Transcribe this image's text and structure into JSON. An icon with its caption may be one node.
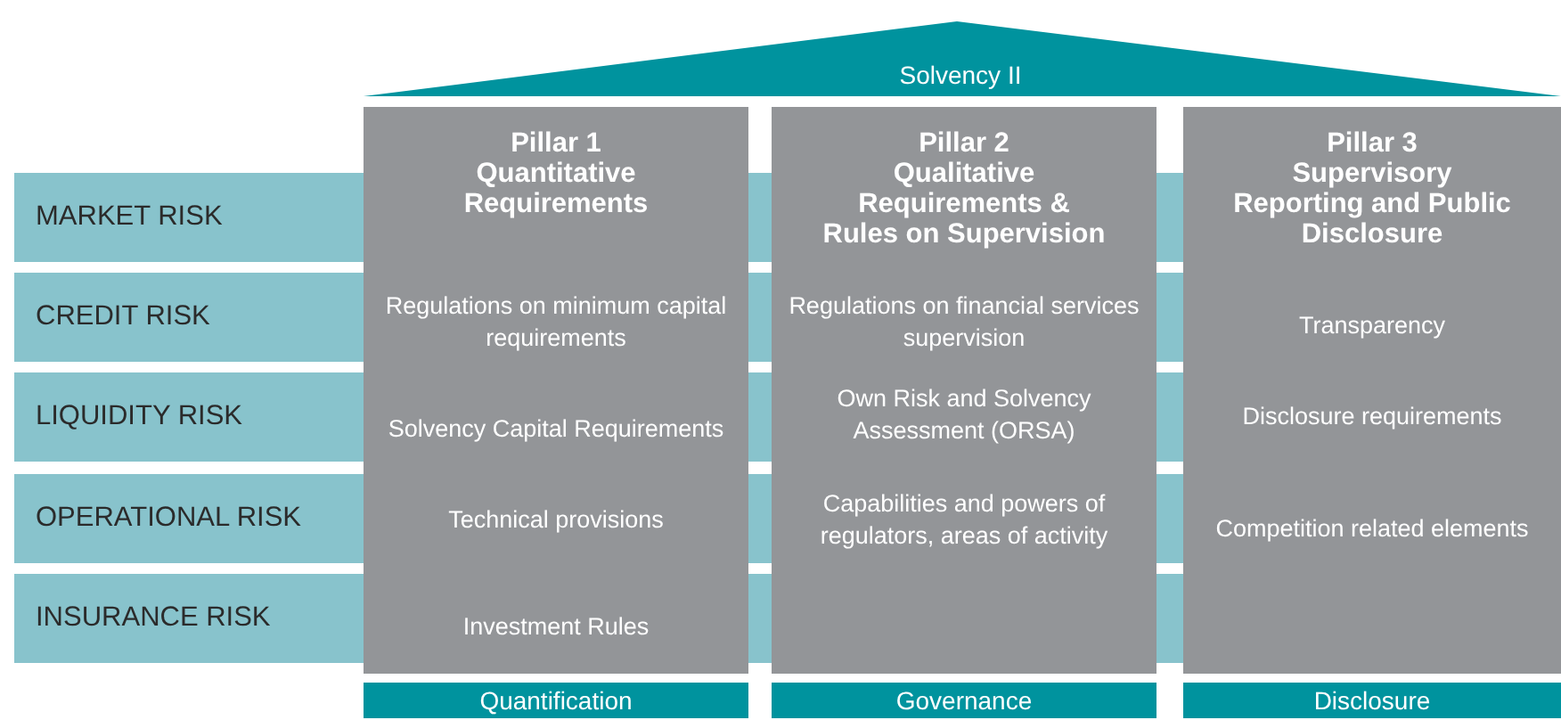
{
  "diagram": {
    "nodes": [
      {
        "text": [
          "Solvency II"
        ]
      },
      {
        "text": [
          "MARKET RISK"
        ]
      },
      {
        "text": [
          "CREDIT RISK"
        ]
      },
      {
        "text": [
          "LIQUIDITY RISK"
        ]
      },
      {
        "text": [
          "OPERATIONAL RISK"
        ]
      },
      {
        "text": [
          "INSURANCE RISK"
        ]
      },
      {
        "text": [
          "Pillar 1",
          "Quantitative Requirements",
          "Regulations on minimum capital requirements",
          "Solvency Capital Requirements",
          "Technical provisions",
          "Investment Rules"
        ]
      },
      {
        "text": [
          "Pillar 2",
          "Qualitative Requirements & Rules on Supervision",
          "Regulations on financial services supervision",
          "Own Risk and Solvency Assessment (ORSA)",
          "Capabilities and powers of regulators, areas of activity"
        ]
      },
      {
        "text": [
          "Pillar 3",
          "Supervisory Reporting and Public Disclosure",
          "Transparency",
          "Disclosure requirements",
          "Competition related elements"
        ]
      },
      {
        "text": [
          "Quantification"
        ]
      },
      {
        "text": [
          "Governance"
        ]
      },
      {
        "text": [
          "Disclosure"
        ]
      }
    ]
  }
}
